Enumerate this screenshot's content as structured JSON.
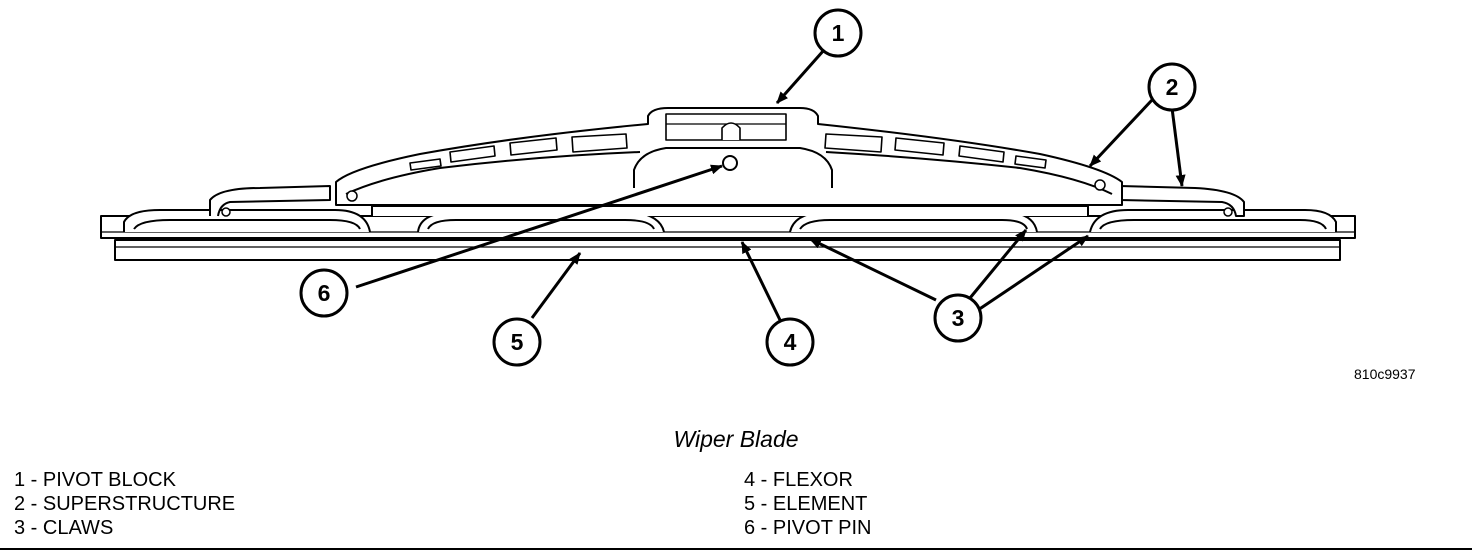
{
  "callouts": {
    "c1": "1",
    "c2": "2",
    "c3": "3",
    "c4": "4",
    "c5": "5",
    "c6": "6"
  },
  "figure_id": "810c9937",
  "caption": "Wiper Blade",
  "legend": {
    "left": [
      "1 - PIVOT BLOCK",
      "2 - SUPERSTRUCTURE",
      "3 - CLAWS"
    ],
    "right": [
      "4 - FLEXOR",
      "5 - ELEMENT",
      "6 - PIVOT PIN"
    ]
  },
  "colors": {
    "line": "#000000",
    "background": "#ffffff"
  }
}
